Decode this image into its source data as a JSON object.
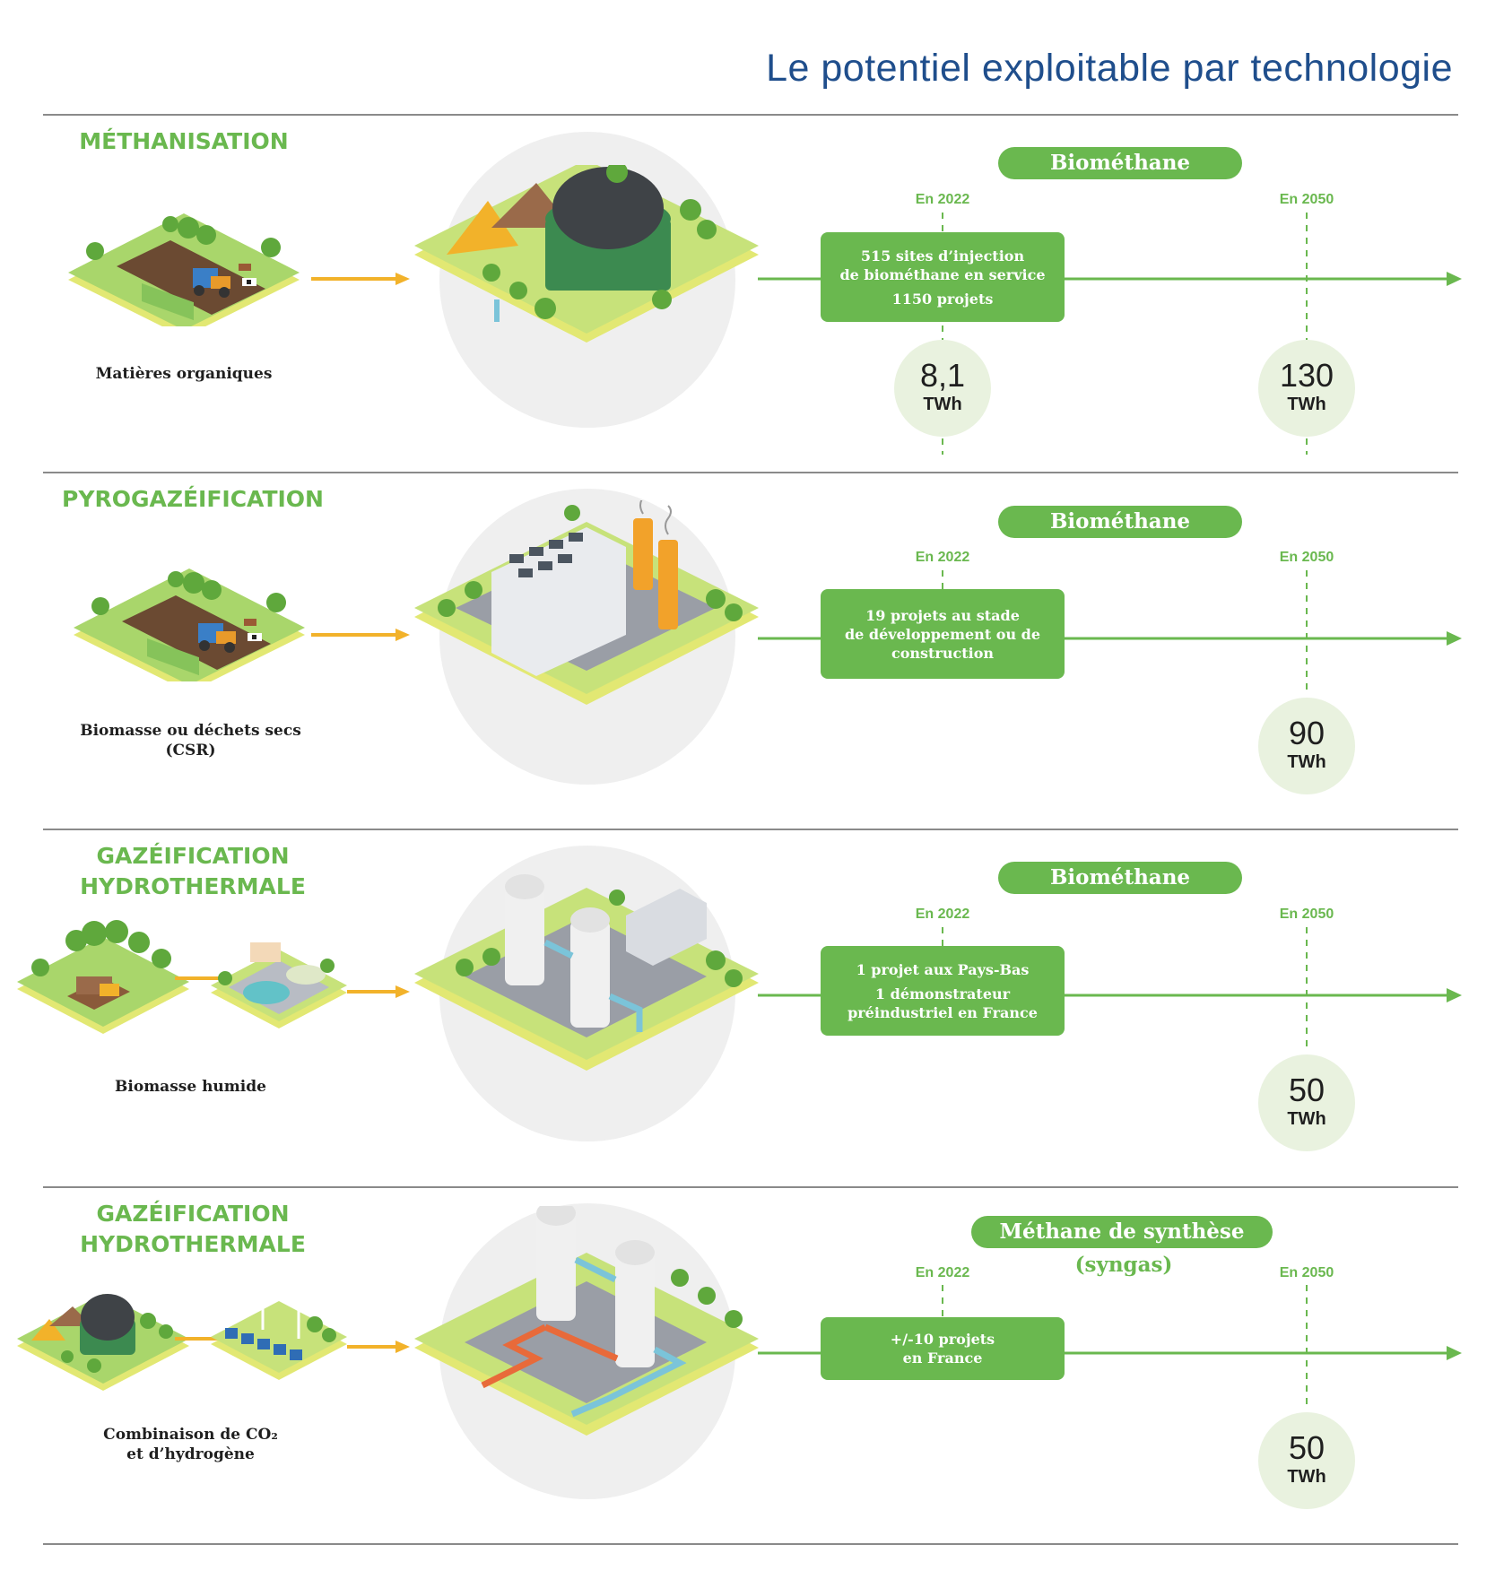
{
  "page_title": "Le potentiel exploitable par technologie",
  "colors": {
    "brand_green": "#6ab84f",
    "title_blue": "#1f4e8c",
    "arrow_orange": "#f2b22a",
    "value_circle_bg": "#e9f2df",
    "plant_circle_bg": "#efefef"
  },
  "sections": [
    {
      "title": "MÉTHANISATION",
      "input_label": "Matières organiques",
      "input_illustration": "farm-tractor-icon",
      "plant_illustration": "methanizer-icon",
      "output_label": "Biométhane",
      "output_sublabel": "",
      "year_2022": "En 2022",
      "year_2050": "En 2050",
      "info_lines": [
        "515 sites d’injection",
        "de biométhane en service",
        "1150 projets"
      ],
      "value_2022": {
        "number": "8,1",
        "unit": "TWh"
      },
      "value_2050": {
        "number": "130",
        "unit": "TWh"
      }
    },
    {
      "title": "PYROGAZÉIFICATION",
      "input_label": "Biomasse ou déchets secs\n(CSR)",
      "input_illustration": "farm-tractor-icon",
      "plant_illustration": "gasification-plant-icon",
      "output_label": "Biométhane",
      "output_sublabel": "",
      "year_2022": "En 2022",
      "year_2050": "En 2050",
      "info_lines": [
        "19 projets au stade",
        "de développement ou de",
        "construction"
      ],
      "value_2050": {
        "number": "90",
        "unit": "TWh"
      }
    },
    {
      "title": "GAZÉIFICATION\nHYDROTHERMALE",
      "input_label": "Biomasse humide",
      "input_illustration": "farm-and-water-treatment-icon",
      "plant_illustration": "hydrothermal-plant-icon",
      "output_label": "Biométhane",
      "output_sublabel": "",
      "year_2022": "En 2022",
      "year_2050": "En 2050",
      "info_lines": [
        "1 projet aux Pays-Bas",
        "1 démonstrateur",
        "préindustriel en France"
      ],
      "value_2050": {
        "number": "50",
        "unit": "TWh"
      }
    },
    {
      "title": "GAZÉIFICATION\nHYDROTHERMALE",
      "input_label": "Combinaison de CO₂\net d’hydrogène",
      "input_illustration": "methanizer-and-renewables-icon",
      "plant_illustration": "methanation-plant-icon",
      "output_label": "Méthane de synthèse",
      "output_sublabel": "(syngas)",
      "year_2022": "En 2022",
      "year_2050": "En 2050",
      "info_lines": [
        "+/-10 projets",
        "en France"
      ],
      "value_2050": {
        "number": "50",
        "unit": "TWh"
      }
    }
  ]
}
